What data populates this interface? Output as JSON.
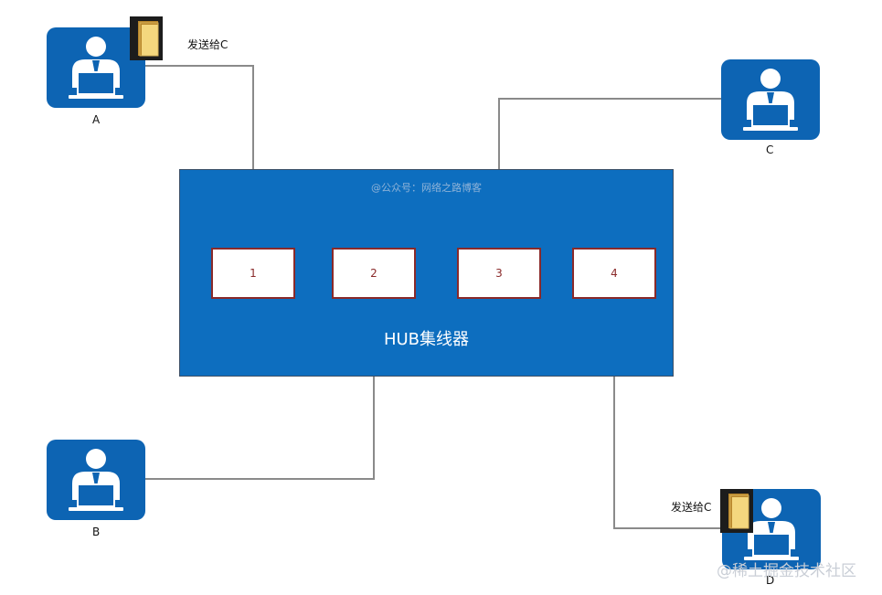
{
  "hub": {
    "title": "HUB集线器",
    "watermark": "@公众号：网络之路博客",
    "ports": [
      "1",
      "2",
      "3",
      "4"
    ]
  },
  "hosts": {
    "a": {
      "label": "A",
      "note": "发送给C"
    },
    "b": {
      "label": "B"
    },
    "c": {
      "label": "C"
    },
    "d": {
      "label": "D",
      "note": "发送给C"
    }
  },
  "watermark": "@稀土掘金技术社区",
  "colors": {
    "hub_fill": "#0d6ebf",
    "host_fill": "#0d64b3",
    "port_border": "#8a2a2a",
    "wire": "#8a8a8a"
  },
  "icons": [
    "user-at-laptop-icon",
    "folder-icon"
  ]
}
